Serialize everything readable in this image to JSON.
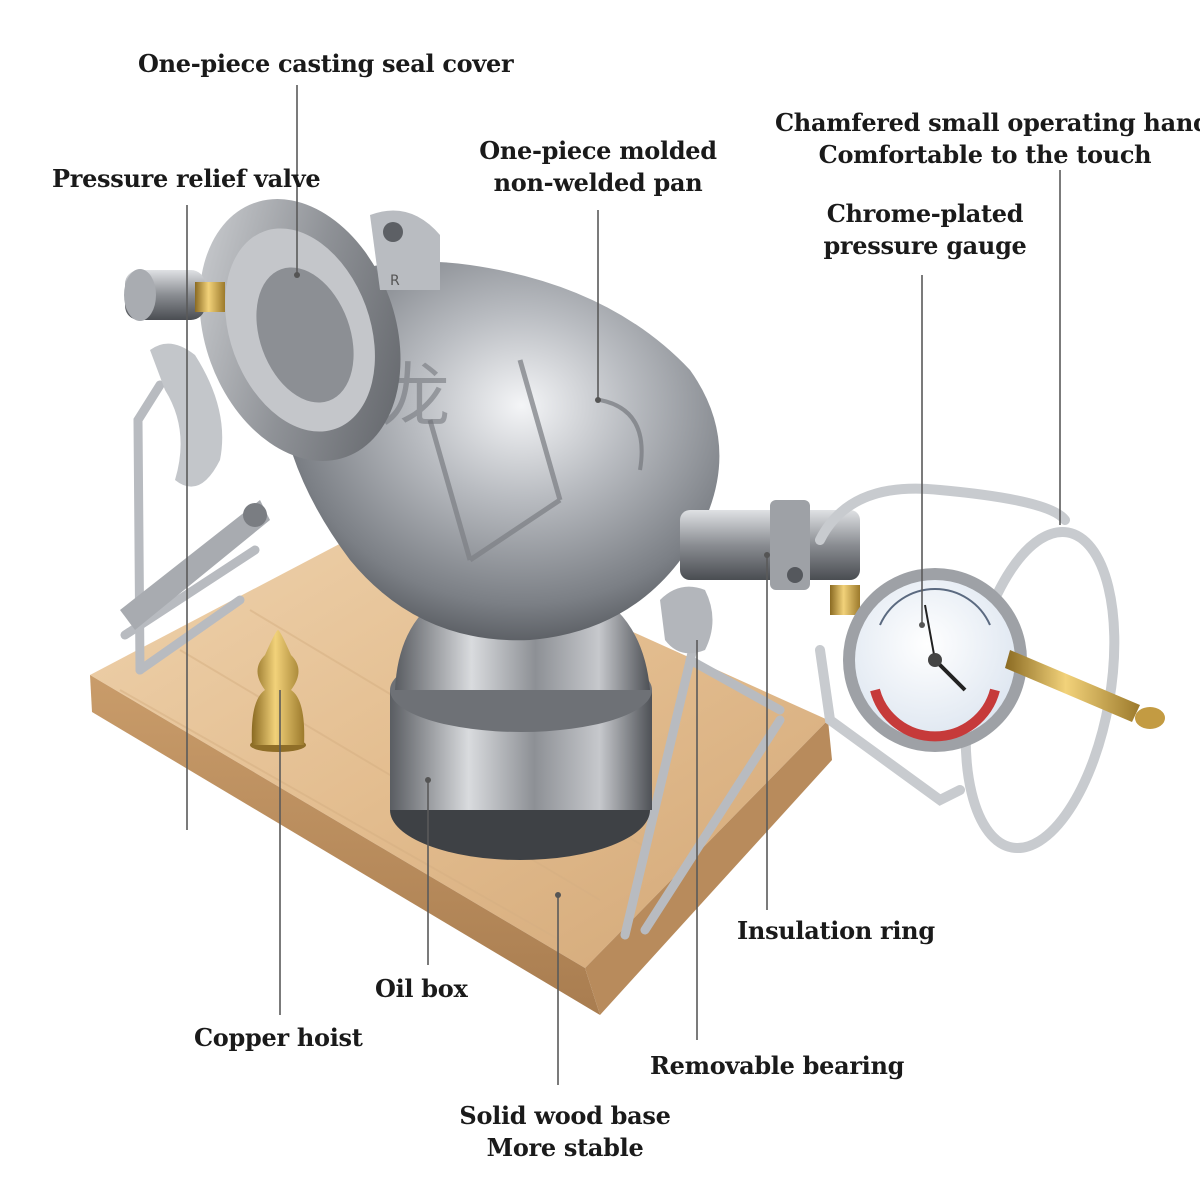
{
  "colors": {
    "metal_light": "#e6e7ea",
    "metal_mid": "#9ea1a6",
    "metal_dark": "#4d5055",
    "wood_light": "#e9c9a2",
    "wood_dark": "#cda477",
    "brass": "#c7a044",
    "gauge_red": "#c63a3a",
    "text": "#1a1a1a",
    "leader": "#5a5a5a"
  },
  "labels": {
    "seal_cover": "One-piece casting seal cover",
    "relief_valve": "Pressure relief valve",
    "pan_line1": "One-piece molded",
    "pan_line2": "non-welded pan",
    "handles_line1": "Chamfered small operating handles",
    "handles_line2": "Comfortable to the touch",
    "gauge_line1": "Chrome-plated",
    "gauge_line2": "pressure gauge",
    "insulation_ring": "Insulation ring",
    "oil_box": "Oil box",
    "copper_hoist": "Copper hoist",
    "removable_bearing": "Removable bearing",
    "base_line1": "Solid wood base",
    "base_line2": "More stable"
  },
  "product_marks": {
    "body_logo": "龙",
    "plate_letter": "R"
  },
  "icons": {
    "roaster": "popcorn-roaster-illustration",
    "gauge": "pressure-gauge-icon"
  }
}
